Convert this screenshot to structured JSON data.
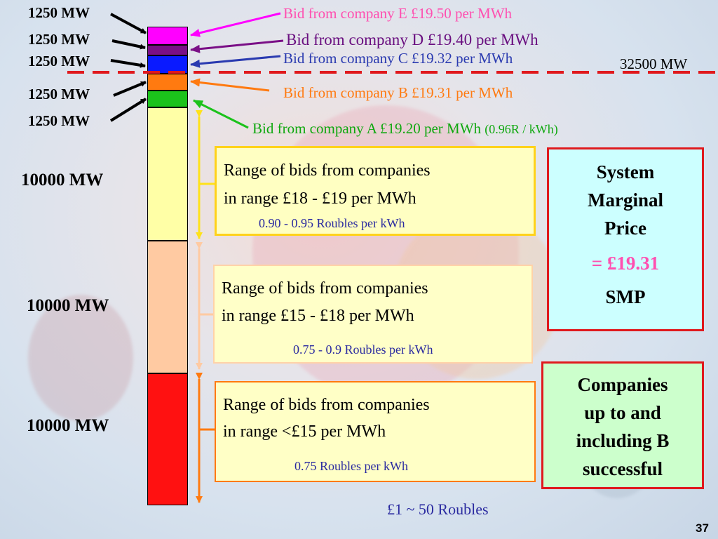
{
  "bar_labels": {
    "e": "1250 MW",
    "d": "1250 MW",
    "c": "1250 MW",
    "b": "1250 MW",
    "a": "1250 MW",
    "upper": "10000 MW",
    "middle": "10000 MW",
    "lower": "10000 MW"
  },
  "bids": {
    "e": "Bid from company E  £19.50 per MWh",
    "d": "Bid from company D  £19.40 per MWh",
    "c": "Bid from company C  £19.32 per MWh",
    "b": "Bid from company B  £19.31 per MWh",
    "a": "Bid from company A  £19.20 per MWh",
    "a_roubles": "(0.96R / kWh)"
  },
  "demand_label": "32500 MW",
  "ranges": {
    "upper": {
      "line1": "Range of bids from companies",
      "line2": "in range £18 - £19 per MWh",
      "roubles": "0.90 - 0.95 Roubles per kWh"
    },
    "middle": {
      "line1": "Range of bids from companies",
      "line2": "in range £15 - £18 per MWh",
      "roubles": "0.75 - 0.9 Roubles per kWh"
    },
    "lower": {
      "line1": "Range of bids from companies",
      "line2": "in range <£15  per MWh",
      "roubles": "0.75 Roubles per kWh"
    }
  },
  "smp_box": {
    "line1": "System",
    "line2": "Marginal",
    "line3": "Price",
    "value": "= £19.31",
    "abbr": "SMP"
  },
  "success_box": {
    "line1": "Companies",
    "line2": "up to and",
    "line3": "including B",
    "line4": "successful"
  },
  "exchange_note": "£1 ~ 50 Roubles",
  "slide_number": "37",
  "colors": {
    "e": "#ff00ff",
    "d": "#7a0f86",
    "c": "#0a1aff",
    "b": "#ff7a10",
    "a": "#1bc21b",
    "upper": "#ffffa6",
    "middle": "#ffcaa2",
    "lower": "#ff1111",
    "demand_line": "#e0191d",
    "smp_value": "#ff4fb0"
  }
}
